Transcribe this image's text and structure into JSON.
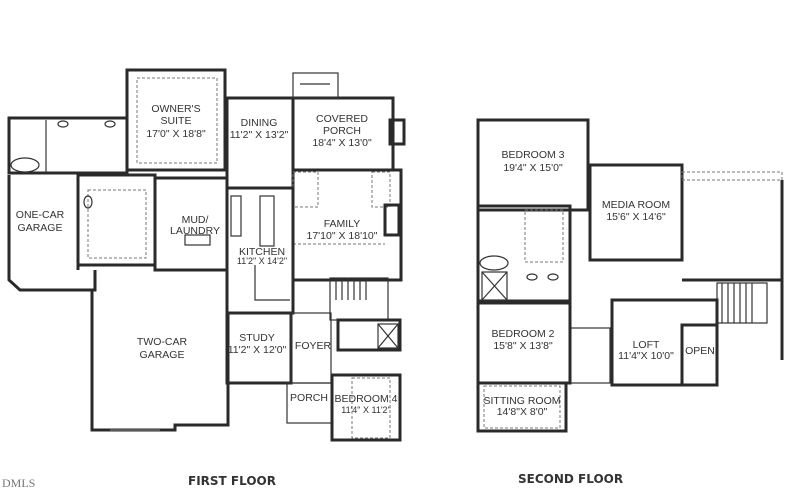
{
  "watermark": "DMLS",
  "first_floor": {
    "title": "FIRST FLOOR",
    "rooms": {
      "owners_suite": {
        "name": "OWNER'S",
        "name2": "SUITE",
        "dims": "17'0\" X 18'8\""
      },
      "dining": {
        "name": "DINING",
        "dims": "11'2\" X 13'2\""
      },
      "covered_porch": {
        "name": "COVERED",
        "name2": "PORCH",
        "dims": "18'4\" X 13'0\""
      },
      "one_car_garage": {
        "name": "ONE-CAR",
        "name2": "GARAGE"
      },
      "mud_laundry": {
        "name": "MUD/",
        "name2": "LAUNDRY"
      },
      "family": {
        "name": "FAMILY",
        "dims": "17'10\" X 18'10\""
      },
      "kitchen": {
        "name": "KITCHEN",
        "dims": "11'2\" X 14'2\""
      },
      "two_car_garage": {
        "name": "TWO-CAR",
        "name2": "GARAGE"
      },
      "study": {
        "name": "STUDY",
        "dims": "11'2\" X 12'0\""
      },
      "foyer": {
        "name": "FOYER"
      },
      "porch": {
        "name": "PORCH"
      },
      "bedroom_4": {
        "name": "BEDROOM 4",
        "dims": "11'4\" X 11'2\""
      }
    }
  },
  "second_floor": {
    "title": "SECOND FLOOR",
    "rooms": {
      "bedroom_3": {
        "name": "BEDROOM 3",
        "dims": "19'4\" X 15'0\""
      },
      "media_room": {
        "name": "MEDIA ROOM",
        "dims": "15'6\" X 14'6\""
      },
      "bedroom_2": {
        "name": "BEDROOM 2",
        "dims": "15'8\" X 13'8\""
      },
      "loft": {
        "name": "LOFT",
        "dims": "11'4\"X 10'0\""
      },
      "open": {
        "name": "OPEN"
      },
      "sitting_room": {
        "name": "SITTING ROOM",
        "dims": "14'8\"X 8'0\""
      }
    }
  }
}
